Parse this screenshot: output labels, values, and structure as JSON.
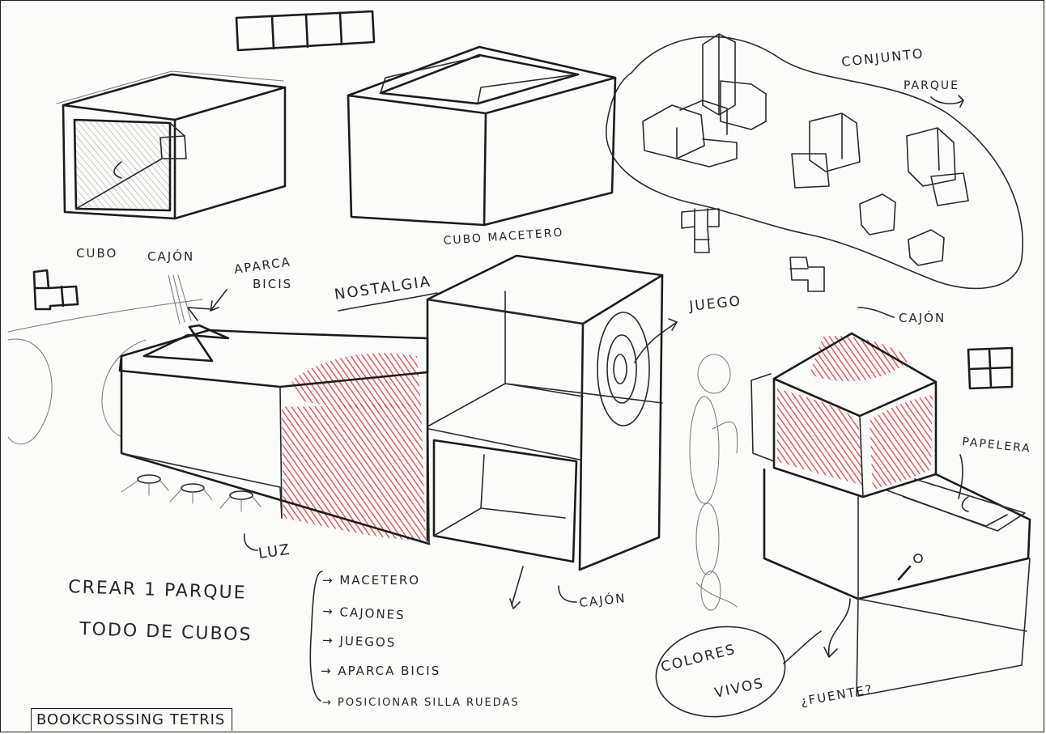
{
  "sketch": {
    "labels": {
      "cubo": "CUBO",
      "cajon_top": "CAJÓN",
      "aparca": "APARCA",
      "bicis": "BICIS",
      "cubo_macetero": "CUBO MACETERO",
      "conjunto": "CONJUNTO",
      "parque": "PARQUE",
      "nostalgia": "NOSTALGIA",
      "juego": "JUEGO",
      "cajon_right": "CAJÓN",
      "papelera": "PAPELERA",
      "luz": "LUZ",
      "cajon_bottom": "CAJÓN",
      "colores": "COLORES",
      "vivos": "VIVOS",
      "fuente": "¿FUENTE?"
    },
    "notes": {
      "line1": "CREAR 1 PARQUE",
      "line2": "TODO DE CUBOS"
    },
    "list": [
      "→ MACETERO",
      "→ CAJONES",
      "→ JUEGOS",
      "→ APARCA BICIS",
      "→ POSICIONAR SILLA RUEDAS"
    ],
    "footer_label": "BOOKCROSSING TETRIS"
  },
  "colors": {
    "ink": "#2a2a2a",
    "red_pencil": "#d9282c",
    "paper": "#fbfbf9"
  }
}
